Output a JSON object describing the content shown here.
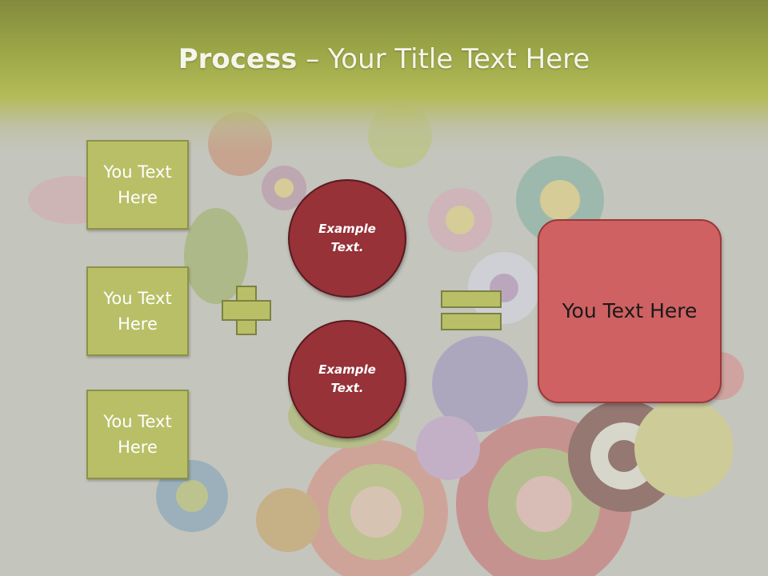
{
  "slide": {
    "title_bold": "Process",
    "title_rest": " – Your Title Text Here"
  },
  "inputs": [
    {
      "label": "You Text Here"
    },
    {
      "label": "You Text Here"
    },
    {
      "label": "You Text Here"
    }
  ],
  "operands": [
    {
      "label": "Example Text."
    },
    {
      "label": "Example Text."
    }
  ],
  "result": {
    "label": "You Text Here"
  },
  "colors": {
    "header_green": "#b3bb58",
    "box_green": "#b8bf67",
    "circle_red": "#963238",
    "result_red": "#cf6162",
    "background_gray": "#c4c5bd"
  }
}
